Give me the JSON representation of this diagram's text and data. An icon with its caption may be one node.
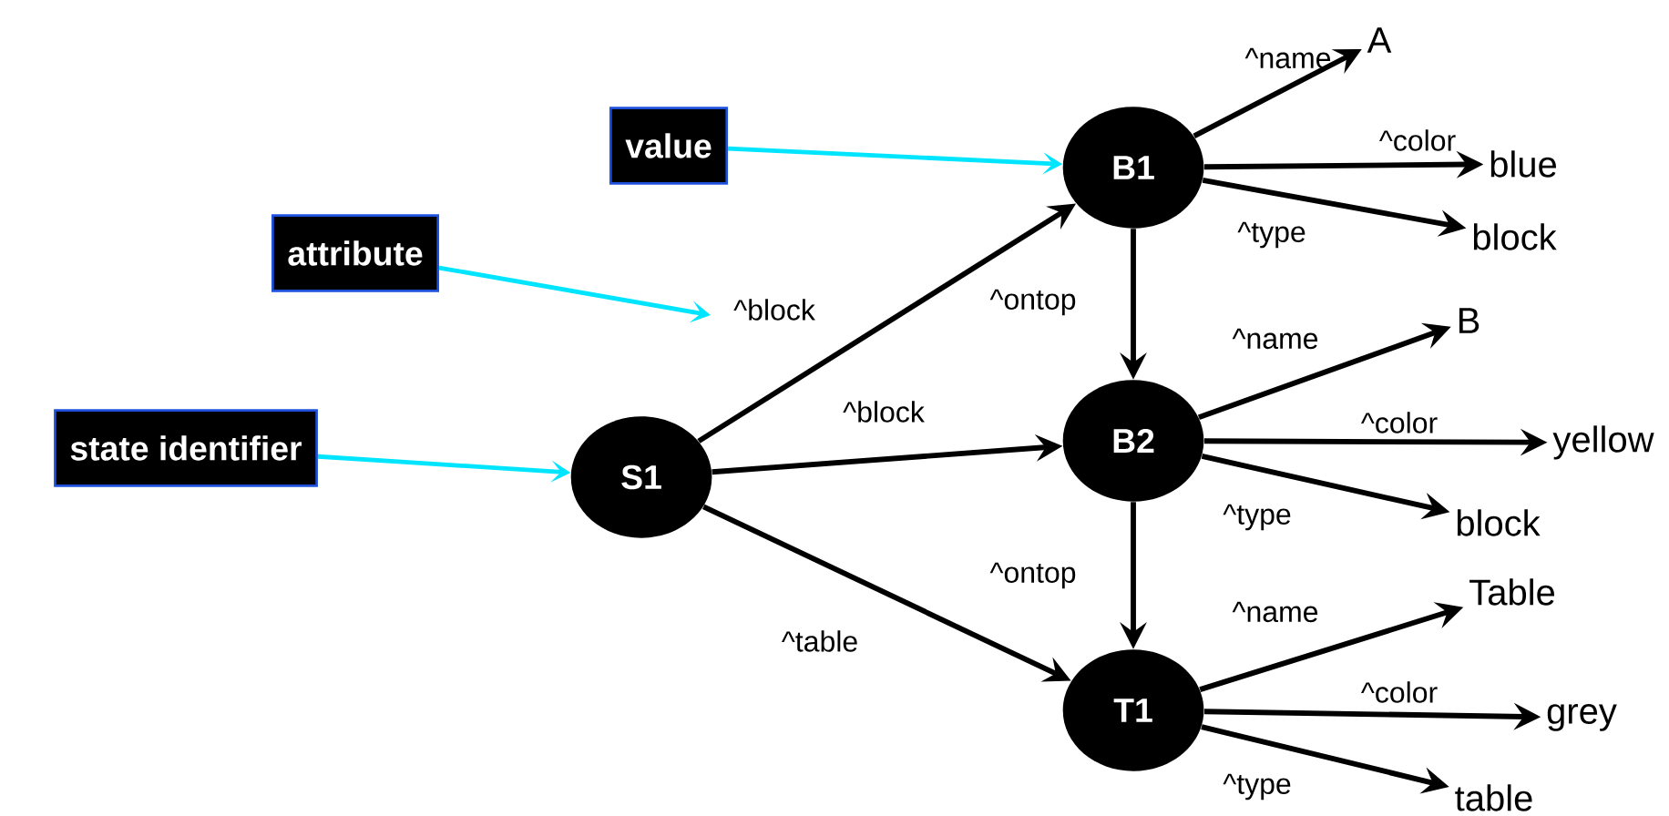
{
  "diagram": {
    "nodes": [
      {
        "text": [
          "S1"
        ]
      },
      {
        "text": [
          "B1"
        ]
      },
      {
        "text": [
          "B2"
        ]
      },
      {
        "text": [
          "T1"
        ]
      },
      {
        "text": [
          "A"
        ]
      },
      {
        "text": [
          "blue"
        ]
      },
      {
        "text": [
          "block"
        ]
      },
      {
        "text": [
          "B"
        ]
      },
      {
        "text": [
          "yellow"
        ]
      },
      {
        "text": [
          "block"
        ]
      },
      {
        "text": [
          "Table"
        ]
      },
      {
        "text": [
          "grey"
        ]
      },
      {
        "text": [
          "table"
        ]
      },
      {
        "text": [
          "value"
        ]
      },
      {
        "text": [
          "attribute"
        ]
      },
      {
        "text": [
          "state identifier"
        ]
      }
    ],
    "edges": [
      {
        "from": 0,
        "to": 1,
        "arrow": "to",
        "label": "^block"
      },
      {
        "from": 0,
        "to": 2,
        "arrow": "to",
        "label": "^block"
      },
      {
        "from": 0,
        "to": 3,
        "arrow": "to",
        "label": "^table"
      },
      {
        "from": 1,
        "to": 2,
        "arrow": "to",
        "label": "^ontop"
      },
      {
        "from": 2,
        "to": 3,
        "arrow": "to",
        "label": "^ontop"
      },
      {
        "from": 1,
        "to": 4,
        "arrow": "to",
        "label": "^name"
      },
      {
        "from": 1,
        "to": 5,
        "arrow": "to",
        "label": "^color"
      },
      {
        "from": 1,
        "to": 6,
        "arrow": "to",
        "label": "^type"
      },
      {
        "from": 2,
        "to": 7,
        "arrow": "to",
        "label": "^name"
      },
      {
        "from": 2,
        "to": 8,
        "arrow": "to",
        "label": "^color"
      },
      {
        "from": 2,
        "to": 9,
        "arrow": "to",
        "label": "^type"
      },
      {
        "from": 3,
        "to": 10,
        "arrow": "to",
        "label": "^name"
      },
      {
        "from": 3,
        "to": 11,
        "arrow": "to",
        "label": "^color"
      },
      {
        "from": 3,
        "to": 12,
        "arrow": "to",
        "label": "^type"
      },
      {
        "from": 13,
        "to": 1,
        "arrow": "to",
        "color": "#00e5ff"
      },
      {
        "from": 14,
        "to": null,
        "arrow": "to",
        "color": "#00e5ff"
      },
      {
        "from": 15,
        "to": 0,
        "arrow": "to",
        "color": "#00e5ff"
      }
    ]
  }
}
